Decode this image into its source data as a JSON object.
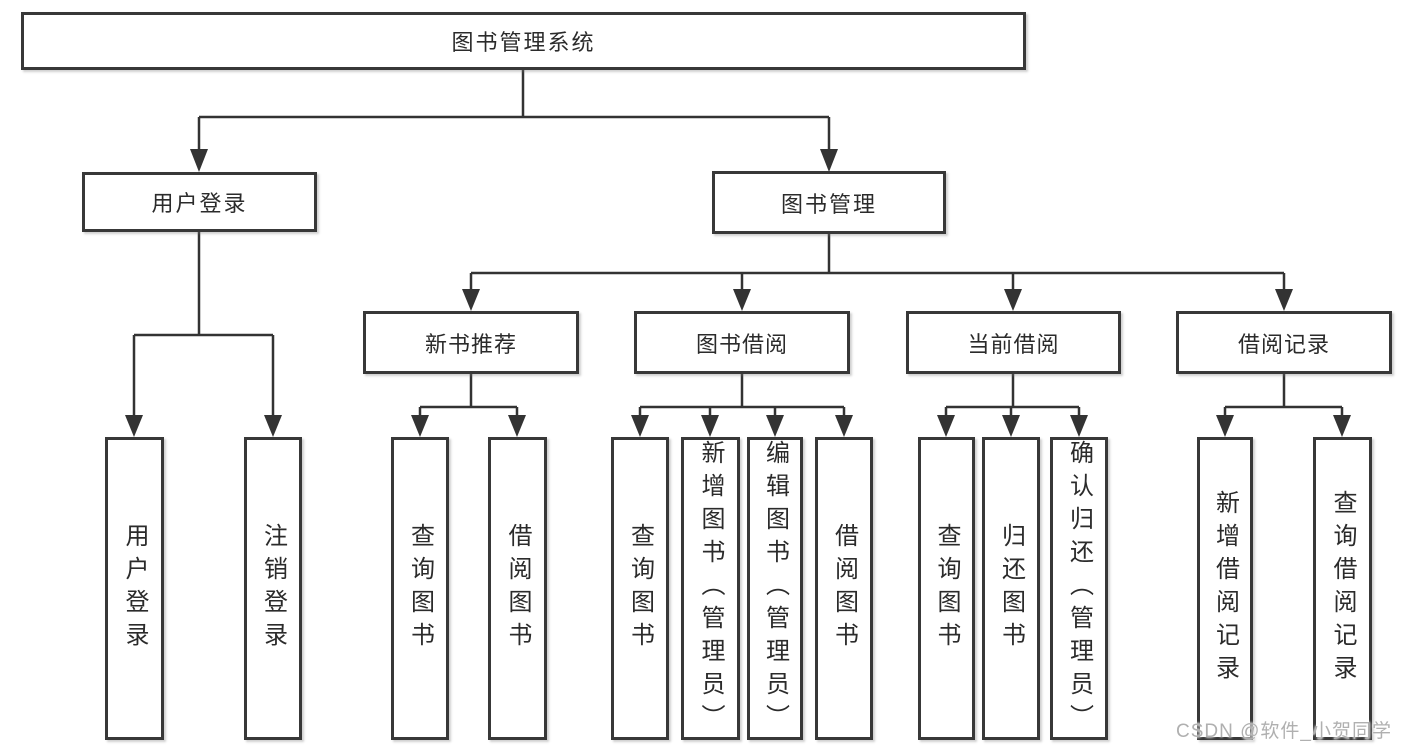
{
  "diagram": {
    "type": "hierarchy-chart",
    "colors": {
      "background": "#ffffff",
      "box_border": "#383838",
      "line": "#333333",
      "text": "#2b2b2b",
      "watermark": "#b0b0b0"
    },
    "watermark": "CSDN @软件_小贺同学"
  },
  "tree": {
    "root": {
      "label": "图书管理系统",
      "children": [
        {
          "label": "用户登录",
          "children": [
            {
              "label": "用户登录"
            },
            {
              "label": "注销登录"
            }
          ]
        },
        {
          "label": "图书管理",
          "children": [
            {
              "label": "新书推荐",
              "children": [
                {
                  "label": "查询图书"
                },
                {
                  "label": "借阅图书"
                }
              ]
            },
            {
              "label": "图书借阅",
              "children": [
                {
                  "label": "查询图书"
                },
                {
                  "label": "新增图书（管理员）"
                },
                {
                  "label": "编辑图书（管理员）"
                },
                {
                  "label": "借阅图书"
                }
              ]
            },
            {
              "label": "当前借阅",
              "children": [
                {
                  "label": "查询图书"
                },
                {
                  "label": "归还图书"
                },
                {
                  "label": "确认归还（管理员）"
                }
              ]
            },
            {
              "label": "借阅记录",
              "children": [
                {
                  "label": "新增借阅记录"
                },
                {
                  "label": "查询借阅记录"
                }
              ]
            }
          ]
        }
      ]
    }
  }
}
